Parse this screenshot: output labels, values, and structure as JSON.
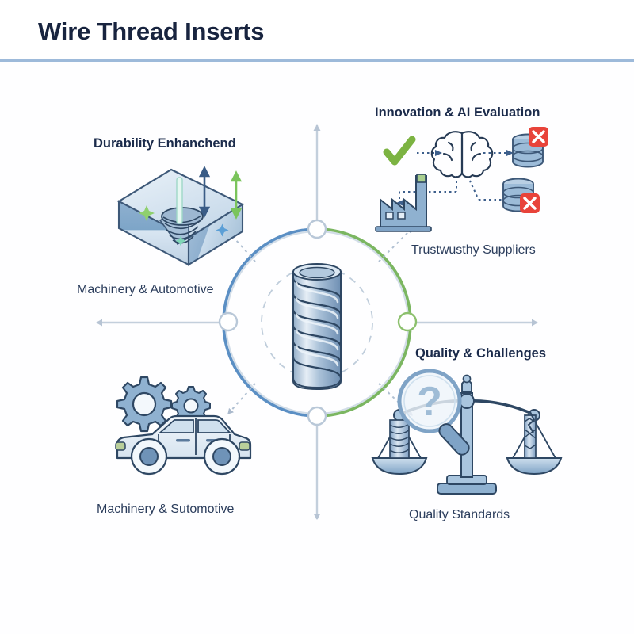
{
  "header": {
    "title": "Wire Thread Inserts",
    "rule_color": "#9dbada"
  },
  "colors": {
    "title_navy": "#18243f",
    "heading_navy": "#1b2b4b",
    "label_navy": "#2b3d5c",
    "arc_blue": "#5b8fc4",
    "arc_green": "#7bb661",
    "arc_light": "#c9d6e4",
    "connector_gray": "#b7c4d4",
    "icon_blue_dark": "#4a6d93",
    "icon_blue_mid": "#7fa3c6",
    "icon_blue_light": "#cfe0ee",
    "icon_outline": "#2e3f58",
    "check_green": "#7cb342",
    "error_red": "#e8433a"
  },
  "quadrants": {
    "top_left": {
      "heading": "Durability Enhanchend",
      "label": "Machinery & Automotive",
      "icon": "threaded-block-icon"
    },
    "top_right": {
      "heading": "Innovation & AI Evaluation",
      "label": "Trustwusthy Suppliers",
      "icon": "ai-brain-evaluation-icon"
    },
    "bottom_left": {
      "heading": "",
      "label": "Machinery & Sutomotive",
      "icon": "gears-and-car-icon"
    },
    "bottom_right": {
      "heading": "Quality & Challenges",
      "label": "Quality Standards",
      "icon": "balance-scales-icon"
    }
  },
  "center": {
    "icon": "wire-thread-insert-coil-icon",
    "ring": {
      "nodes": [
        "top-node",
        "left-node",
        "right-node",
        "bottom-node"
      ],
      "arc_left_color": "#5b8fc4",
      "arc_right_color": "#7bb661"
    }
  },
  "ai_cluster": {
    "nodes": [
      "green-check-icon",
      "brain-icon",
      "database-error-icon-top",
      "factory-icon",
      "database-error-icon-bottom"
    ]
  }
}
